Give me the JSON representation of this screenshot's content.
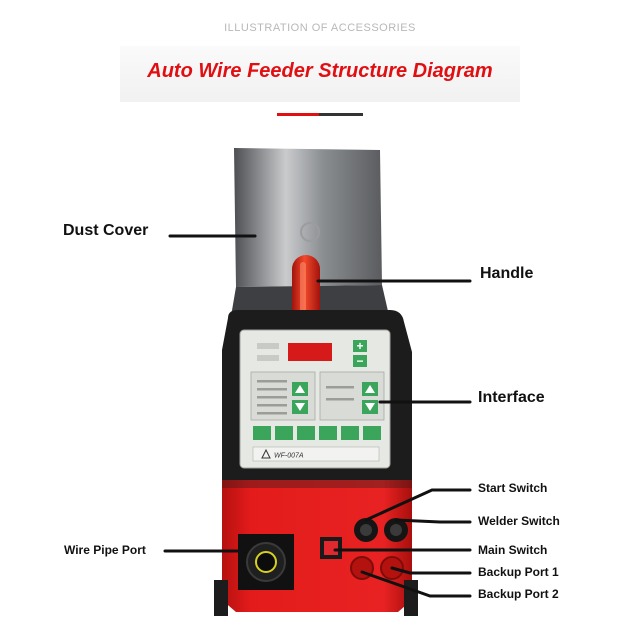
{
  "header": {
    "kicker": "ILLUSTRATION OF ACCESSORIES",
    "title": "Auto Wire Feeder Structure Diagram"
  },
  "callouts": {
    "dust_cover": "Dust Cover",
    "handle": "Handle",
    "interface": "Interface",
    "start_switch": "Start Switch",
    "welder_switch": "Welder Switch",
    "wire_pipe_port": "Wire Pipe Port",
    "main_switch": "Main Switch",
    "backup_port_1": "Backup Port 1",
    "backup_port_2": "Backup Port 2"
  },
  "panel": {
    "model": "WF-007A",
    "plus": "+",
    "minus": "−"
  },
  "colors": {
    "title_red": "#e10f12",
    "body_red": "#e31b1b",
    "panel_bg": "#e6e8e4",
    "display_red": "#d61a1a",
    "button_green": "#3ca55c"
  }
}
